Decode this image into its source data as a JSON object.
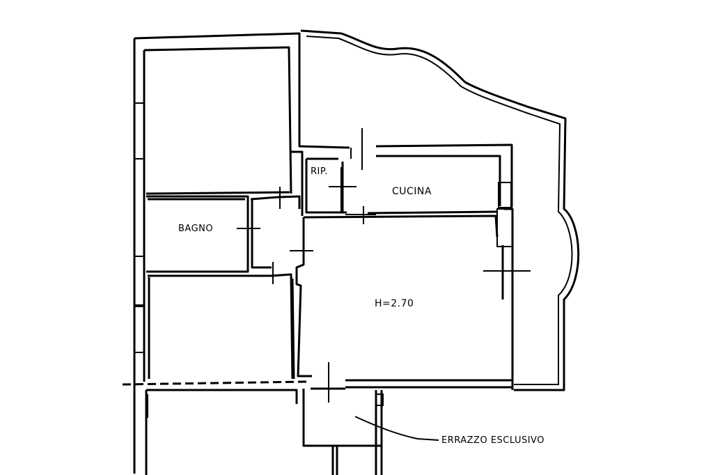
{
  "labels": {
    "rip": "RIP.",
    "cucina": "CUCINA",
    "bagno": "BAGNO",
    "height": "H=2.70",
    "terrace": "ERRAZZO ESCLUSIVO"
  },
  "colors": {
    "ink": "#000000",
    "paper": "#ffffff"
  }
}
